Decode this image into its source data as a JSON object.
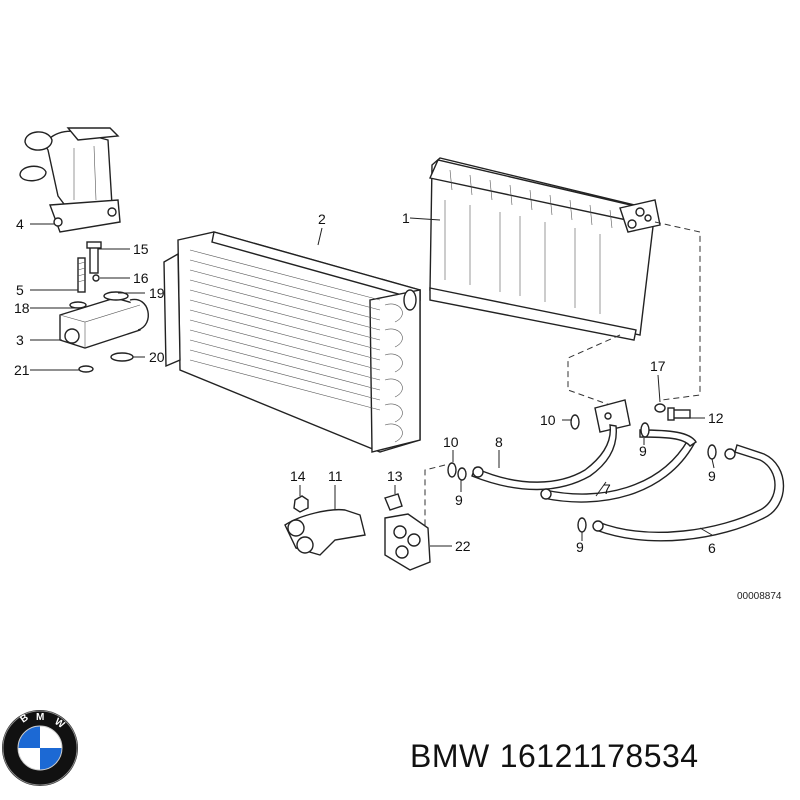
{
  "diagram": {
    "callouts": [
      "1",
      "2",
      "3",
      "4",
      "5",
      "6",
      "7",
      "8",
      "9",
      "10",
      "11",
      "12",
      "13",
      "14",
      "15",
      "16",
      "17",
      "18",
      "19",
      "20",
      "21",
      "22"
    ],
    "repeat_labels": {
      "nine": "9",
      "ten": "10"
    },
    "reference_code": "00008874"
  },
  "caption": {
    "brand": "BMW",
    "part_number": "16121178534"
  },
  "logo": {
    "icon": "bmw-roundel-icon",
    "lettering": "BMW",
    "colors": {
      "blue": "#1c69d4",
      "black": "#111111",
      "white": "#ffffff"
    }
  }
}
